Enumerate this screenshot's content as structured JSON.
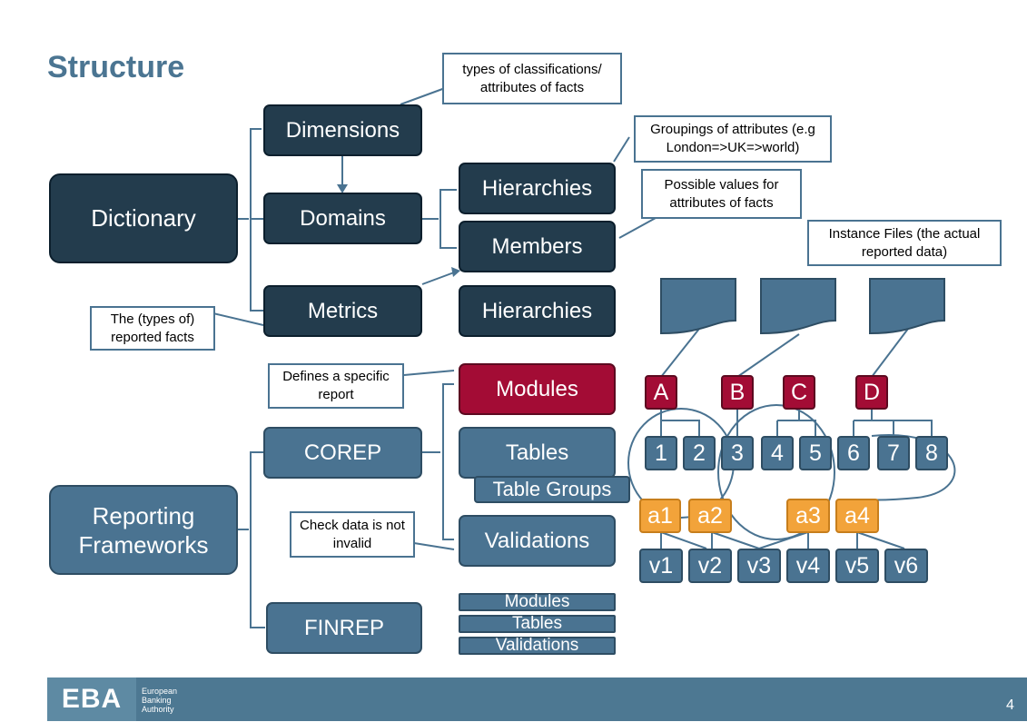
{
  "title": "Structure",
  "boxes": {
    "dictionary": "Dictionary",
    "dimensions": "Dimensions",
    "domains": "Domains",
    "metrics": "Metrics",
    "hierarchies_top": "Hierarchies",
    "members": "Members",
    "hierarchies_bottom": "Hierarchies",
    "reporting_frameworks": "Reporting Frameworks",
    "corep": "COREP",
    "finrep": "FINREP",
    "modules": "Modules",
    "tables": "Tables",
    "table_groups": "Table Groups",
    "validations": "Validations",
    "finrep_modules": "Modules",
    "finrep_tables": "Tables",
    "finrep_validations": "Validations"
  },
  "callouts": {
    "classifications": "types of classifications/ attributes  of facts",
    "groupings": "Groupings of attributes (e.g London=>UK=>world)",
    "possible_values": "Possible values for attributes of facts",
    "instance_files": "Instance Files (the actual reported data)",
    "types_of_facts": "The (types of) reported facts",
    "defines_report": "Defines a specific report",
    "check_data": "Check data is not invalid"
  },
  "modules_letters": [
    "A",
    "B",
    "C",
    "D"
  ],
  "tables_numbers": [
    "1",
    "2",
    "3",
    "4",
    "5",
    "6",
    "7",
    "8"
  ],
  "attributes": [
    "a1",
    "a2",
    "a3",
    "a4"
  ],
  "values": [
    "v1",
    "v2",
    "v3",
    "v4",
    "v5",
    "v6"
  ],
  "footer": {
    "logo": "EBA",
    "org_line1": "European",
    "org_line2": "Banking",
    "org_line3": "Authority",
    "page_number": "4"
  },
  "colors": {
    "dark": "#233c4d",
    "blue": "#4a7391",
    "red": "#a30c35",
    "orange": "#f2a33a",
    "title": "#4b7592"
  }
}
